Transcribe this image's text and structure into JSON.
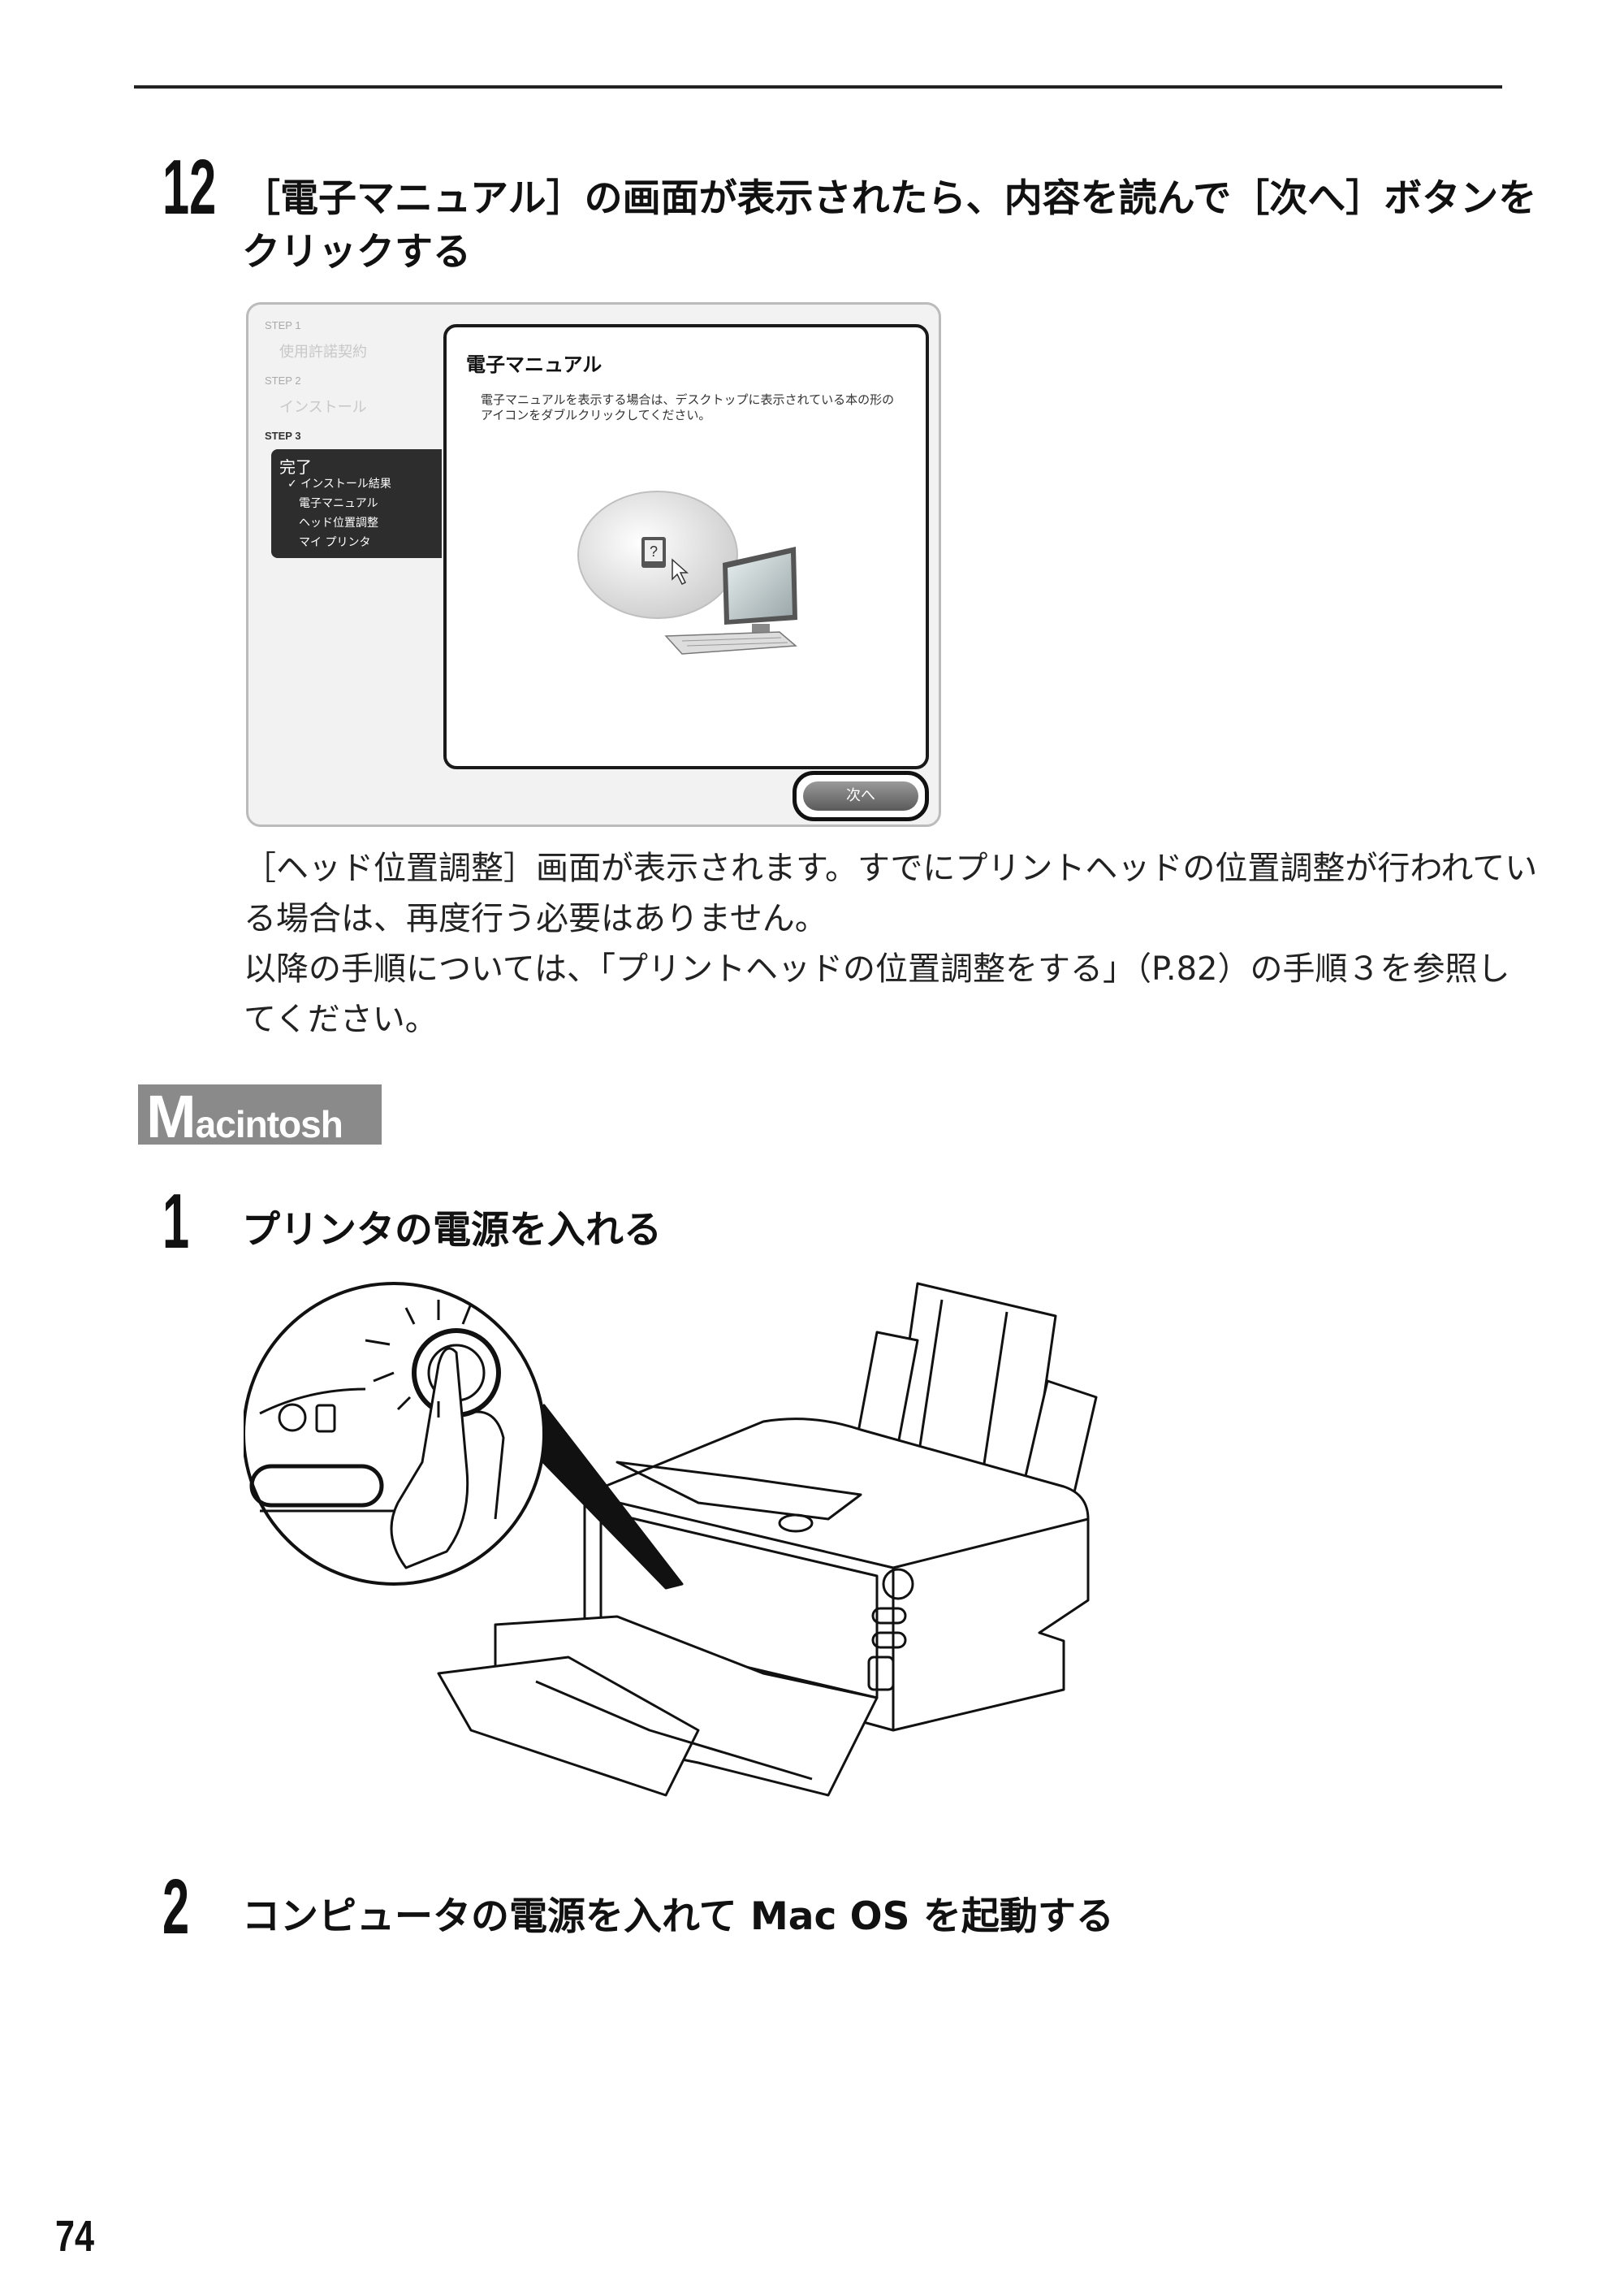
{
  "step12": {
    "number": "12",
    "heading_line1": "［電子マニュアル］の画面が表示されたら、内容を読んで［次へ］ボタンを",
    "heading_line2": "クリックする"
  },
  "screenshot": {
    "sidebar": {
      "step1_label": "STEP 1",
      "step1_item": "使用許諾契約",
      "step2_label": "STEP 2",
      "step2_item": "インストール",
      "step3_label": "STEP 3",
      "step3_title": "完了",
      "items": [
        "✓ インストール結果",
        "電子マニュアル",
        "ヘッド位置調整",
        "マイ プリンタ"
      ]
    },
    "panel_title": "電子マニュアル",
    "panel_desc": "電子マニュアルを表示する場合は、デスクトップに表示されている本の形のアイコンをダブルクリックしてください。",
    "next_button": "次へ"
  },
  "body": {
    "para1_line1": "［ヘッド位置調整］画面が表示されます。すでにプリントヘッドの位置調整が行われてい",
    "para1_line2": "る場合は、再度行う必要はありません。",
    "para2_line1": "以降の手順については、「プリントヘッドの位置調整をする」（P.82）の手順３を参照し",
    "para2_line2": "てください。"
  },
  "section": {
    "badge_initial": "M",
    "badge_rest": "acintosh"
  },
  "step1": {
    "number": "1",
    "heading": "プリンタの電源を入れる"
  },
  "step2": {
    "number": "2",
    "heading": "コンピュータの電源を入れて Mac OS を起動する"
  },
  "page_number": "74"
}
